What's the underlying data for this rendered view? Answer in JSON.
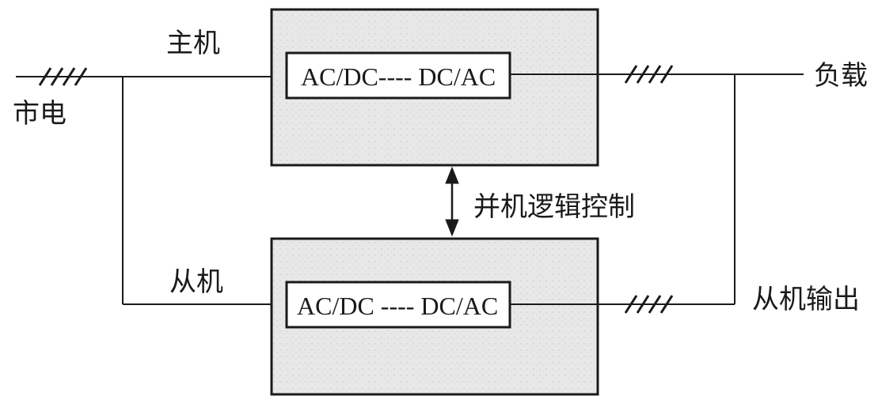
{
  "labels": {
    "grid": "市电",
    "master": "主机",
    "slave": "从机",
    "load": "负载",
    "parallel_control": "并机逻辑控制",
    "slave_output": "从机输出"
  },
  "converters": {
    "master": "AC/DC---- DC/AC",
    "slave": "AC/DC ---- DC/AC"
  },
  "colors": {
    "line": "#1a1a1a",
    "unit_fill": "#e8e8e8",
    "converter_fill": "#ffffff"
  }
}
